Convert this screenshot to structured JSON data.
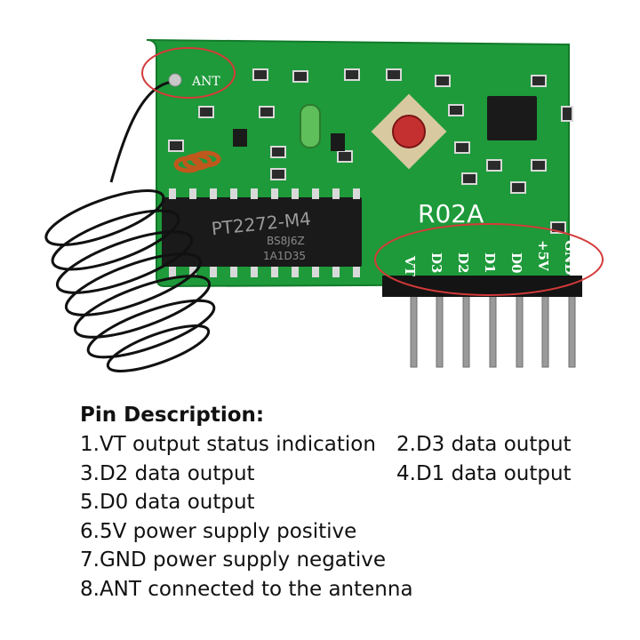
{
  "board": {
    "model": "R02A",
    "chip": "PT2272-M4",
    "chip_sub": "BS8J6Z",
    "chip_sub2": "1A1D35",
    "ant_label": "ANT",
    "pin_labels": [
      "VT",
      "D3",
      "D2",
      "D1",
      "D0",
      "+5V",
      "GND"
    ],
    "colors": {
      "pcb": "#1e9a3a",
      "circle": "#d43a3a",
      "chip": "#1a1a1a"
    }
  },
  "description": {
    "heading": "Pin Description:",
    "items": [
      "1.VT output status indication",
      "2.D3 data output",
      "3.D2 data output",
      "4.D1 data output",
      "5.D0 data output",
      "6.5V power supply positive",
      "7.GND power supply negative",
      "8.ANT connected to the antenna"
    ]
  }
}
